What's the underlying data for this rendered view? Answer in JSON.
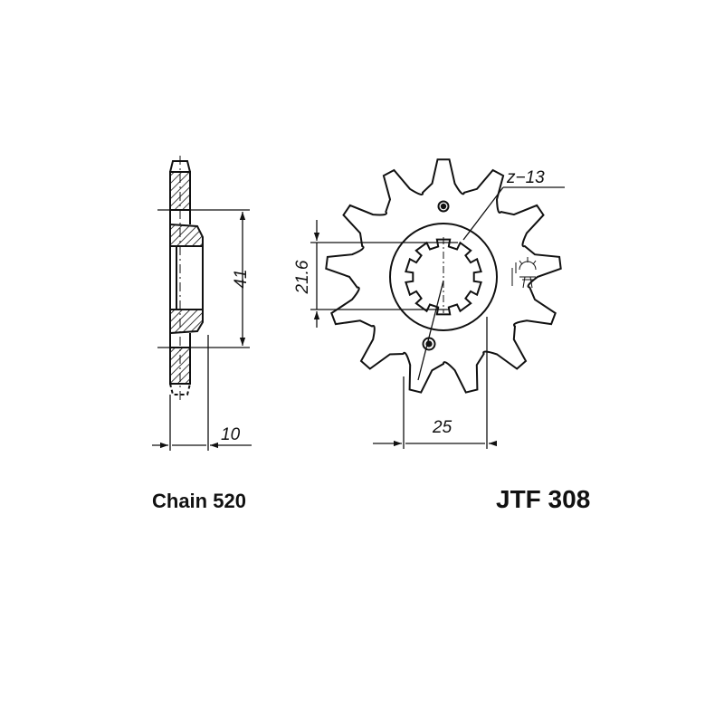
{
  "drawing": {
    "dim_bore": "41",
    "dim_width": "10",
    "dim_spline": "21.6",
    "dim_centers": "25",
    "teeth_label": "z−13"
  },
  "footer": {
    "chain_label": "Chain 520",
    "part_number": "JTF 308"
  },
  "colors": {
    "ink": "#111111",
    "background": "#ffffff"
  }
}
